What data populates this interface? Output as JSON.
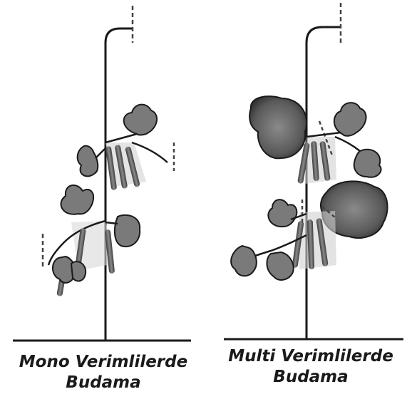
{
  "panels": [
    {
      "id": "mono",
      "caption_line1": "Mono Verimlilerde",
      "caption_line2": "Budama"
    },
    {
      "id": "multi",
      "caption_line1": "Multi Verimlilerde",
      "caption_line2": "Budama"
    }
  ],
  "colors": {
    "stem": "#1a1a1a",
    "leaf_fill": "#7a7a7a",
    "large_leaf_fill": "#555555",
    "fruit": "#6b6b6b",
    "ground_line": "#1a1a1a",
    "cut_mark": "#444444"
  }
}
